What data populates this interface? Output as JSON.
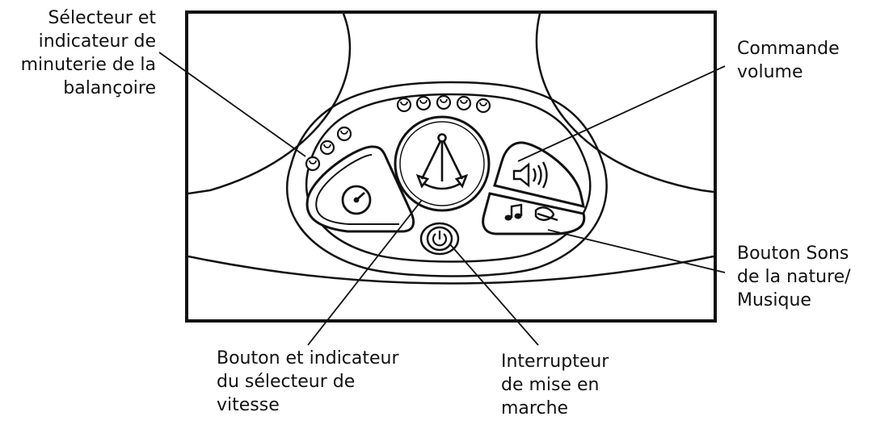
{
  "labels": {
    "timer": [
      "Sélecteur et",
      "indicateur de",
      "minuterie de la",
      "balançoire"
    ],
    "volume": [
      "Commande",
      "volume"
    ],
    "sounds": [
      "Bouton Sons",
      "de la nature/",
      "Musique"
    ],
    "speed": [
      "Bouton et indicateur",
      "du sélecteur de",
      "vitesse"
    ],
    "power": [
      "Interrupteur",
      "de mise en",
      "marche"
    ]
  },
  "colors": {
    "ink": "#111111",
    "panel": "#ffffff"
  },
  "icons": {
    "timer_button": "timer-dial-icon",
    "speed_button": "pendulum-icon",
    "volume_button": "speaker-icon",
    "sounds_button": "music-note-leaf-icon",
    "power_button": "power-icon"
  }
}
